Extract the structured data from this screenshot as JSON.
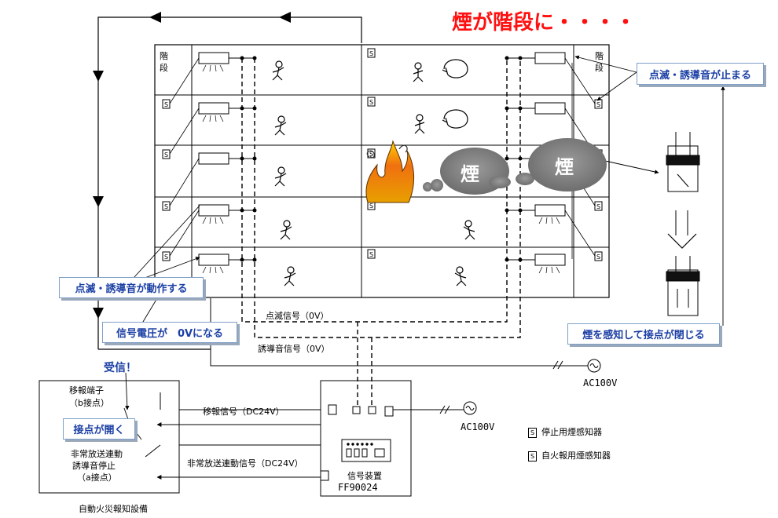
{
  "title": "煙が階段に・・・・",
  "labels": {
    "stairs_left": "階段",
    "stairs_right": "階段",
    "blink_stop": "点滅・誘導音が止まる",
    "blink_start": "点滅・誘導音が動作する",
    "signal_zero": "信号電圧が　0Vになる",
    "received": "受信！",
    "contact_open": "接点が開く",
    "contact_close": "煙を感知して接点が閉じる",
    "blink_signal": "点滅信号（0V）",
    "guide_signal": "誘導音信号（0V）",
    "ac_right": "AC100V",
    "ac_bottom": "AC100V",
    "transfer_terminal": "移報端子",
    "b_contact": "（b接点）",
    "transfer_signal": "移報信号（DC24V）",
    "emergency_broadcast": "非常放送連動",
    "guide_stop": "誘導音停止",
    "a_contact": "（a接点）",
    "broadcast_signal": "非常放送連動信号（DC24V）",
    "signal_device": "信号装置",
    "model": "FF90024",
    "fire_alarm_system": "自動火災報知設備",
    "smoke": "煙"
  },
  "legend": [
    {
      "icon": "S",
      "text": "停止用煙感知器"
    },
    {
      "icon": "S",
      "text": "自火報用煙感知器"
    }
  ]
}
